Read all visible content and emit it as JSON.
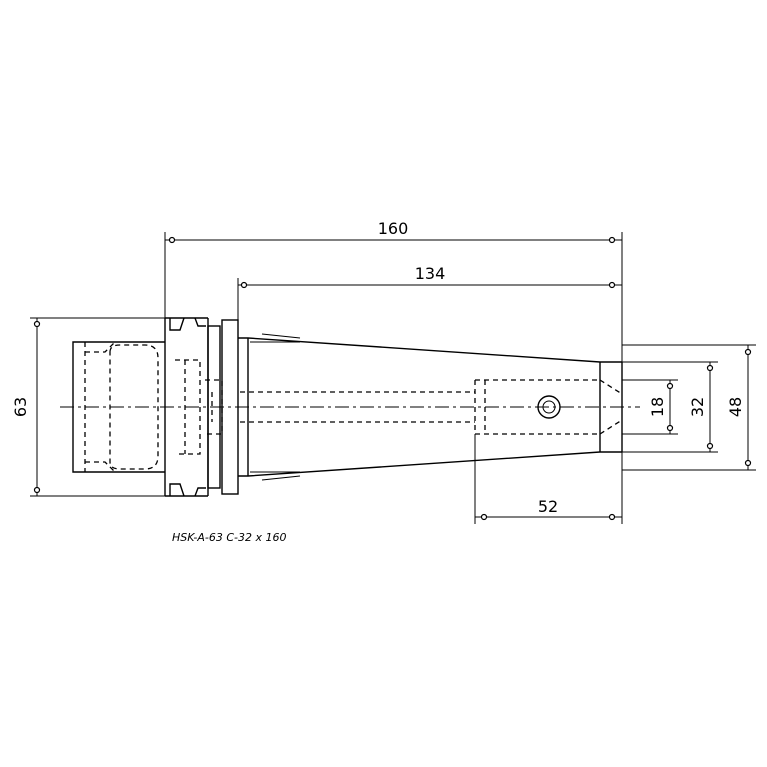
{
  "dimensions": {
    "overall_length": "160",
    "body_length": "134",
    "flange_diameter": "63",
    "bore_length": "52",
    "bore_diameter": "18",
    "hole_diameter": "32",
    "outer_diameter": "48"
  },
  "note": "HSK-A-63 C-32 x 160"
}
